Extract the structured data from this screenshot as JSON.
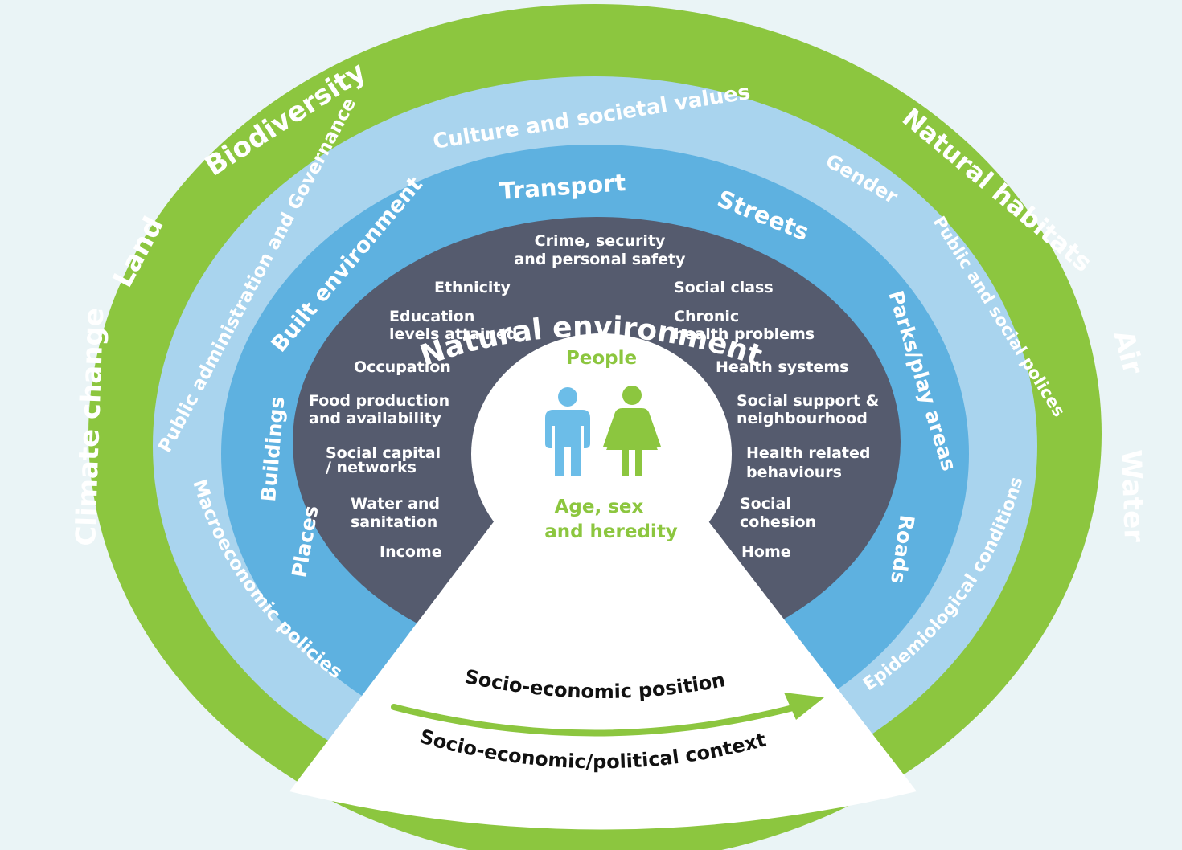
{
  "colors": {
    "background": "#eaf4f6",
    "outer_ring": "#8cc63f",
    "second_ring": "#a9d4ee",
    "third_ring": "#5eb1e0",
    "inner_circle": "#555b6e",
    "center": "#ffffff",
    "male_figure": "#6cbde8",
    "female_figure": "#8cc63f",
    "arrow": "#8cc63f"
  },
  "outer_ring": {
    "title": "Natural environment",
    "items": [
      "Climate change",
      "Land",
      "Biodiversity",
      "Natural habitats",
      "Air",
      "Water"
    ]
  },
  "second_ring": {
    "items": [
      "Macroeconomic policies",
      "Public administration and Governance",
      "Culture and societal values",
      "Gender",
      "Public and social polices",
      "Epidemiological conditions"
    ]
  },
  "third_ring": {
    "items": [
      "Places",
      "Buildings",
      "Built environment",
      "Transport",
      "Streets",
      "Parks/play areas",
      "Roads"
    ]
  },
  "inner_circle": {
    "top": [
      "Crime, security",
      "and personal safety"
    ],
    "left": [
      [
        "Ethnicity"
      ],
      [
        "Education",
        "levels attained"
      ],
      [
        "Occupation"
      ],
      [
        "Food production",
        "and availability"
      ],
      [
        "Social capital",
        "/ networks"
      ],
      [
        "Water and",
        "sanitation"
      ],
      [
        "Income"
      ]
    ],
    "right": [
      [
        "Social class"
      ],
      [
        "Chronic",
        "health problems"
      ],
      [
        "Health systems"
      ],
      [
        "Social support &",
        "neighbourhood"
      ],
      [
        "Health related",
        "behaviours"
      ],
      [
        "Social",
        "cohesion"
      ],
      [
        "Home"
      ]
    ]
  },
  "center": {
    "title": "People",
    "subtitle": [
      "Age, sex",
      "and heredity"
    ],
    "icons": [
      "male-figure-icon",
      "female-figure-icon"
    ]
  },
  "bottom": {
    "upper_label": "Socio-economic position",
    "lower_label": "Socio-economic/political context",
    "icon": "arrow-right-icon"
  }
}
